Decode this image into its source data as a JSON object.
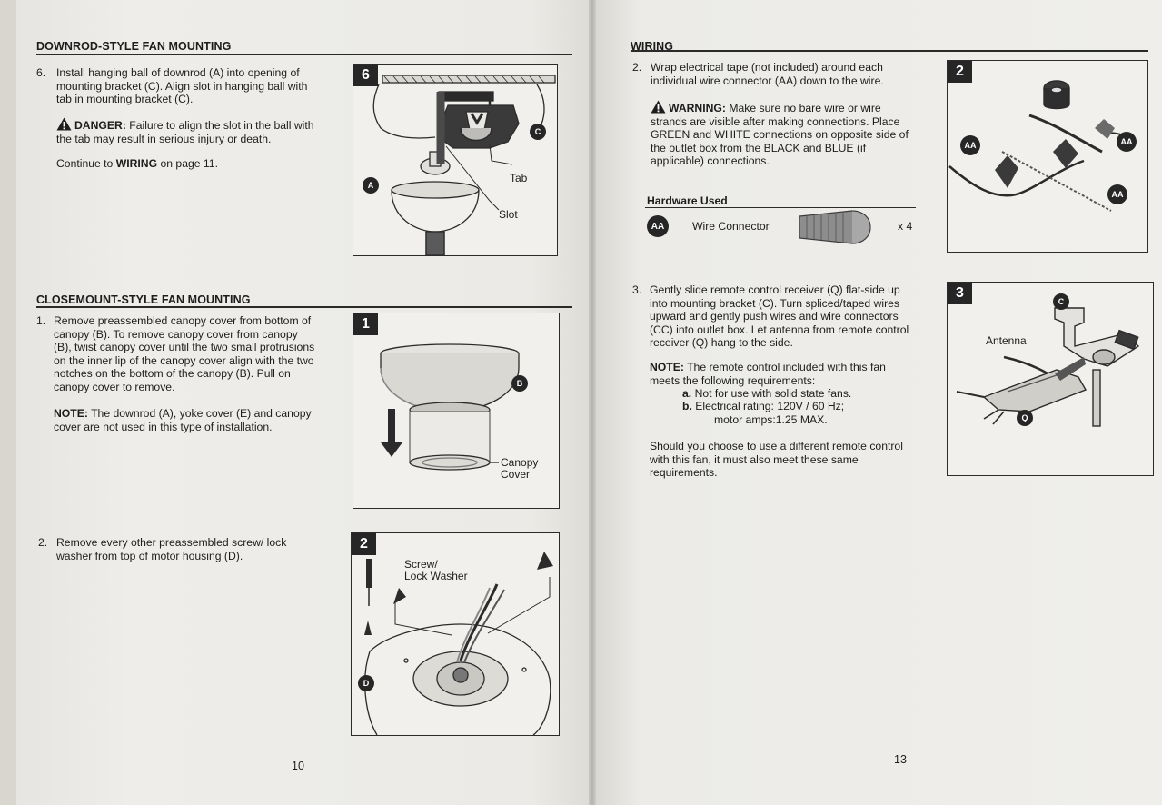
{
  "left_page": {
    "downrod": {
      "title": "DOWNROD-STYLE FAN MOUNTING",
      "step_num": "6.",
      "step_text": "Install hanging ball of downrod (A) into opening of mounting bracket (C). Align slot in hanging ball with tab in mounting bracket (C).",
      "danger_label": "DANGER:",
      "danger_text": "Failure to align the slot in the ball with the tab may result in serious injury or death.",
      "continue_pre": "Continue to",
      "continue_link": "WIRING",
      "continue_post": "on page 11.",
      "figure": {
        "badge": "6",
        "callouts": [
          "A",
          "C"
        ],
        "labels": [
          "Tab",
          "Slot"
        ]
      }
    },
    "closemount": {
      "title": "CLOSEMOUNT-STYLE FAN MOUNTING",
      "step1_num": "1.",
      "step1_text": "Remove preassembled canopy cover from bottom of canopy (B). To remove canopy cover from canopy (B), twist canopy cover until the two small protrusions on the inner lip of the canopy cover align with the two notches on the bottom of the canopy (B). Pull on canopy cover to remove.",
      "note_label": "NOTE:",
      "note_text": "The downrod (A), yoke cover (E) and canopy cover are not used in this type of installation.",
      "figure1": {
        "badge": "1",
        "callout": "B",
        "label_line1": "Canopy",
        "label_line2": "Cover"
      },
      "step2_num": "2.",
      "step2_text": "Remove every other preassembled screw/ lock washer from top of motor housing (D).",
      "figure2": {
        "badge": "2",
        "callout": "D",
        "label_line1": "Screw/",
        "label_line2": "Lock Washer"
      }
    },
    "page_number": "10"
  },
  "right_page": {
    "wiring": {
      "title": "WIRING",
      "step2_num": "2.",
      "step2_text": "Wrap electrical tape (not included) around each individual wire connector (AA) down to the wire.",
      "warning_label": "WARNING:",
      "warning_text": "Make sure no bare wire or wire strands are visible after making connections. Place GREEN and WHITE connections on opposite side of the outlet box from the BLACK and BLUE (if applicable) connections.",
      "hardware": {
        "title": "Hardware Used",
        "badge": "AA",
        "name": "Wire Connector",
        "qty": "x 4"
      },
      "figure2": {
        "badge": "2",
        "callouts": [
          "AA",
          "AA",
          "AA"
        ]
      },
      "step3_num": "3.",
      "step3_text": "Gently slide remote control receiver (Q) flat-side up into mounting bracket (C). Turn spliced/taped wires upward and gently push wires and wire connectors (CC) into outlet box. Let antenna from remote control receiver (Q) hang to the side.",
      "note_label": "NOTE:",
      "note_text": "The remote control included with this fan meets the following requirements:",
      "req_a_label": "a.",
      "req_a_text": "Not for use with solid state fans.",
      "req_b_label": "b.",
      "req_b_text": "Electrical rating: 120V / 60 Hz;",
      "req_b_text2": "motor amps:1.25 MAX.",
      "closing_text": "Should you choose to use a different remote control with this fan, it must also meet these same requirements.",
      "figure3": {
        "badge": "3",
        "callouts": [
          "C",
          "Q"
        ],
        "label": "Antenna"
      }
    },
    "page_number": "13"
  }
}
